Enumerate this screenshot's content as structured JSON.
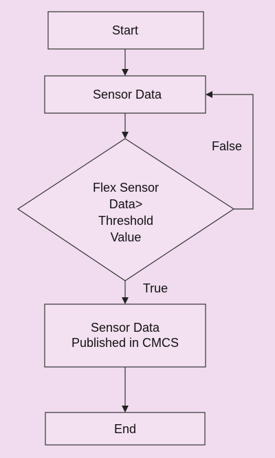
{
  "nodes": {
    "start": {
      "label": "Start"
    },
    "sensor_data": {
      "label": "Sensor Data"
    },
    "decision": {
      "lines": [
        "Flex Sensor",
        "Data>",
        "Threshold",
        "Value"
      ]
    },
    "publish": {
      "lines": [
        "Sensor Data",
        "Published in CMCS"
      ]
    },
    "end": {
      "label": "End"
    }
  },
  "edges": {
    "false_label": "False",
    "true_label": "True"
  }
}
